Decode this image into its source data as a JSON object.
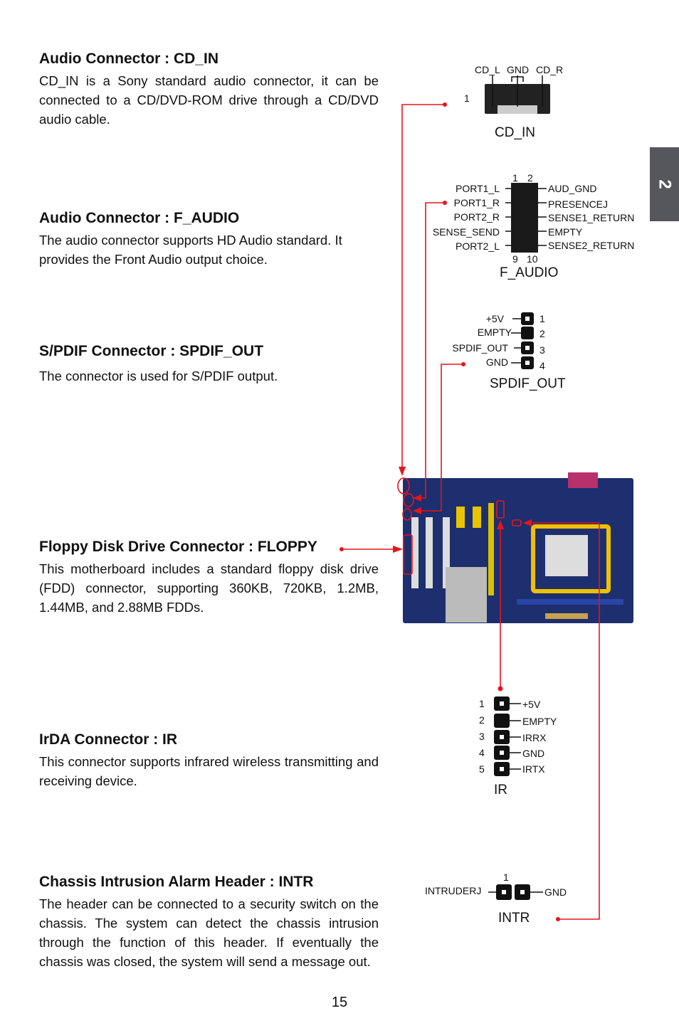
{
  "side_tab": "2",
  "page_number": "15",
  "sections": [
    {
      "title": "Audio Connector : CD_IN",
      "body": "CD_IN is a Sony standard audio connector, it can be connected to a CD/DVD-ROM drive through a CD/DVD audio cable."
    },
    {
      "title": "Audio Connector : F_AUDIO",
      "body": "The audio connector supports HD Audio standard. It provides the Front Audio output choice."
    },
    {
      "title": "S/PDIF Connector : SPDIF_OUT",
      "body": "The connector is used for S/PDIF output."
    },
    {
      "title": "Floppy Disk Drive Connector : FLOPPY",
      "body": "This motherboard includes a standard floppy disk drive (FDD) connector, supporting 360KB, 720KB, 1.2MB, 1.44MB, and 2.88MB FDDs."
    },
    {
      "title": "IrDA Connector : IR",
      "body": "This connector supports infrared wireless transmitting and receiving device."
    },
    {
      "title": "Chassis Intrusion Alarm Header : INTR",
      "body": "The header can be connected to a security switch on the chassis. The system can detect the chassis intrusion through the function of this header. If eventually the chassis was closed, the system will send a message out."
    }
  ],
  "cd_in": {
    "name": "CD_IN",
    "pin1": "1",
    "pins": [
      "CD_L",
      "GND",
      "CD_R"
    ]
  },
  "f_audio": {
    "name": "F_AUDIO",
    "top": [
      "1",
      "2"
    ],
    "bottom": [
      "9",
      "10"
    ],
    "left": [
      "PORT1_L",
      "PORT1_R",
      "PORT2_R",
      "SENSE_SEND",
      "PORT2_L"
    ],
    "right": [
      "AUD_GND",
      "PRESENCEJ",
      "SENSE1_RETURN",
      "EMPTY",
      "SENSE2_RETURN"
    ]
  },
  "spdif": {
    "name": "SPDIF_OUT",
    "labels": [
      "+5V",
      "EMPTY",
      "SPDIF_OUT",
      "GND"
    ],
    "numbers": [
      "1",
      "2",
      "3",
      "4"
    ]
  },
  "ir": {
    "name": "IR",
    "labels": [
      "+5V",
      "EMPTY",
      "IRRX",
      "GND",
      "IRTX"
    ],
    "numbers": [
      "1",
      "2",
      "3",
      "4",
      "5"
    ]
  },
  "intr": {
    "name": "INTR",
    "pin1": "1",
    "left": "INTRUDERJ",
    "right": "GND"
  },
  "colors": {
    "callout": "#e8141c",
    "tab": "#56575c",
    "board": "#1d2f6e"
  }
}
